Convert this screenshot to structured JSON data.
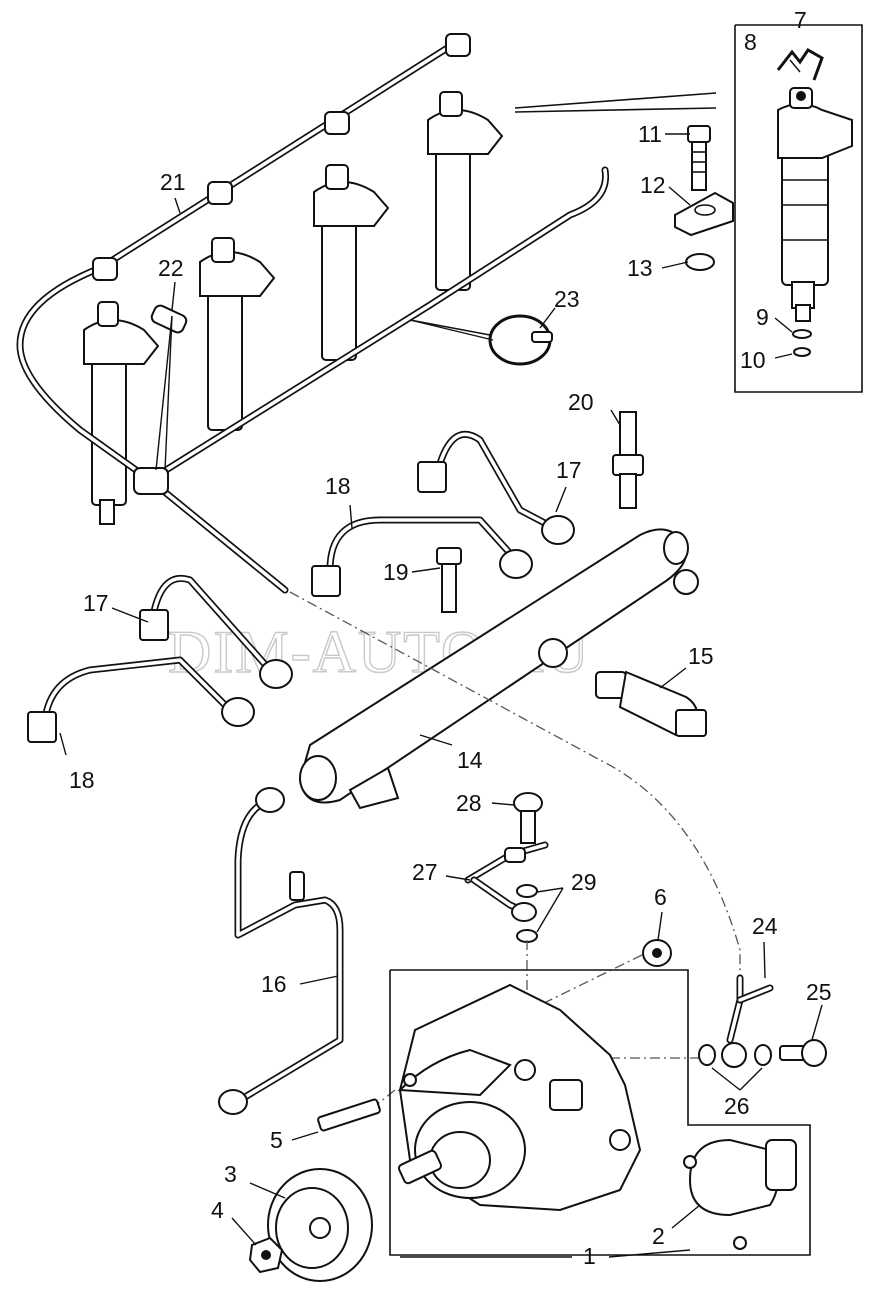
{
  "watermark": "DIM-AUTO.RU",
  "callouts": {
    "c1": "1",
    "c2": "2",
    "c3": "3",
    "c4": "4",
    "c5": "5",
    "c6": "6",
    "c7": "7",
    "c8": "8",
    "c9": "9",
    "c10": "10",
    "c11": "11",
    "c12": "12",
    "c13": "13",
    "c14": "14",
    "c15": "15",
    "c16": "16",
    "c17a": "17",
    "c17b": "17",
    "c18a": "18",
    "c18b": "18",
    "c19": "19",
    "c20": "20",
    "c21": "21",
    "c22": "22",
    "c23": "23",
    "c24": "24",
    "c25": "25",
    "c26": "26",
    "c27": "27",
    "c28": "28",
    "c29": "29"
  }
}
